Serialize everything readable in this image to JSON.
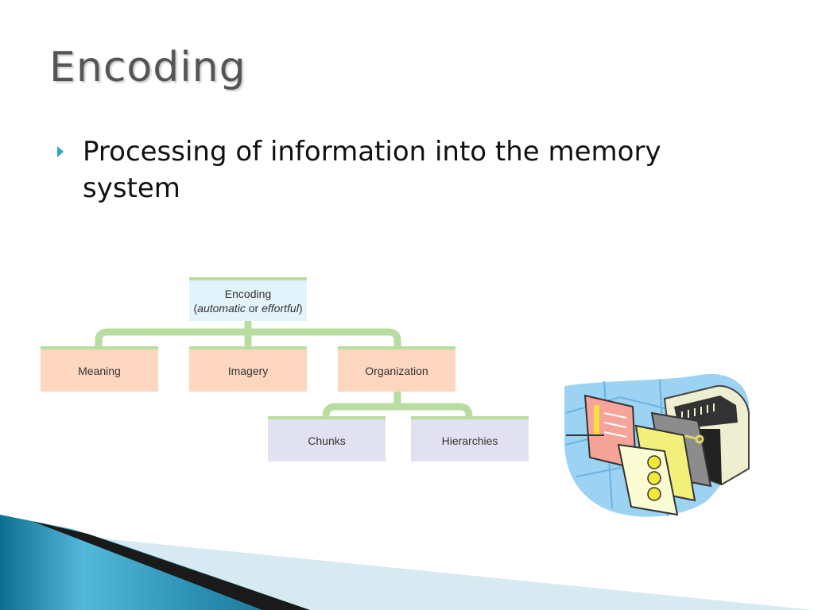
{
  "slide": {
    "title": "Encoding",
    "bullets": [
      {
        "text": "Processing of information into the memory system"
      }
    ]
  },
  "diagram": {
    "root": {
      "line1": "Encoding",
      "line2_open": "(",
      "line2_a": "automatic",
      "line2_or": " or ",
      "line2_b": "effortful",
      "line2_close": ")"
    },
    "level1": [
      {
        "label": "Meaning"
      },
      {
        "label": "Imagery"
      },
      {
        "label": "Organization"
      }
    ],
    "level2": [
      {
        "label": "Chunks"
      },
      {
        "label": "Hierarchies"
      }
    ]
  },
  "colors": {
    "connector": "#b9dca0",
    "root_fill": "#e3f3fb",
    "mid_fill": "#fdd6c0",
    "low_fill": "#e2e1f1",
    "bullet": "#2aa7c4",
    "title": "#555555"
  },
  "illustration": {
    "icon": "computer-memory-clipart-icon"
  }
}
